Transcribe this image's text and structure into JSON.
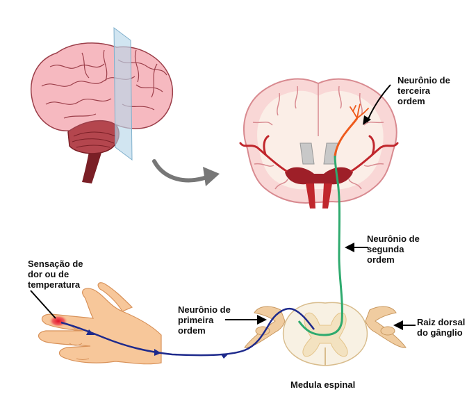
{
  "labels": {
    "third_order": [
      "Neurônio de",
      "terceira",
      "ordem"
    ],
    "second_order": [
      "Neurônio de",
      "segunda",
      "ordem"
    ],
    "first_order": [
      "Neurônio de",
      "primeira",
      "ordem"
    ],
    "sensation": [
      "Sensação de",
      "dor ou de",
      "temperatura"
    ],
    "dorsal_root": [
      "Raiz dorsal",
      "do gânglio"
    ],
    "spinal_cord": "Medula espinal"
  },
  "colors": {
    "first_order_neuron": "#1e2a8c",
    "second_order_neuron": "#2eaa6e",
    "third_order_neuron": "#ee5a1c",
    "cortex_fill": "#f9d7d6",
    "cortex_inner": "#fbeee7",
    "vessel_red": "#c0262c",
    "skin": "#f7c79a",
    "spinal_grey": "#f3e2c0"
  }
}
